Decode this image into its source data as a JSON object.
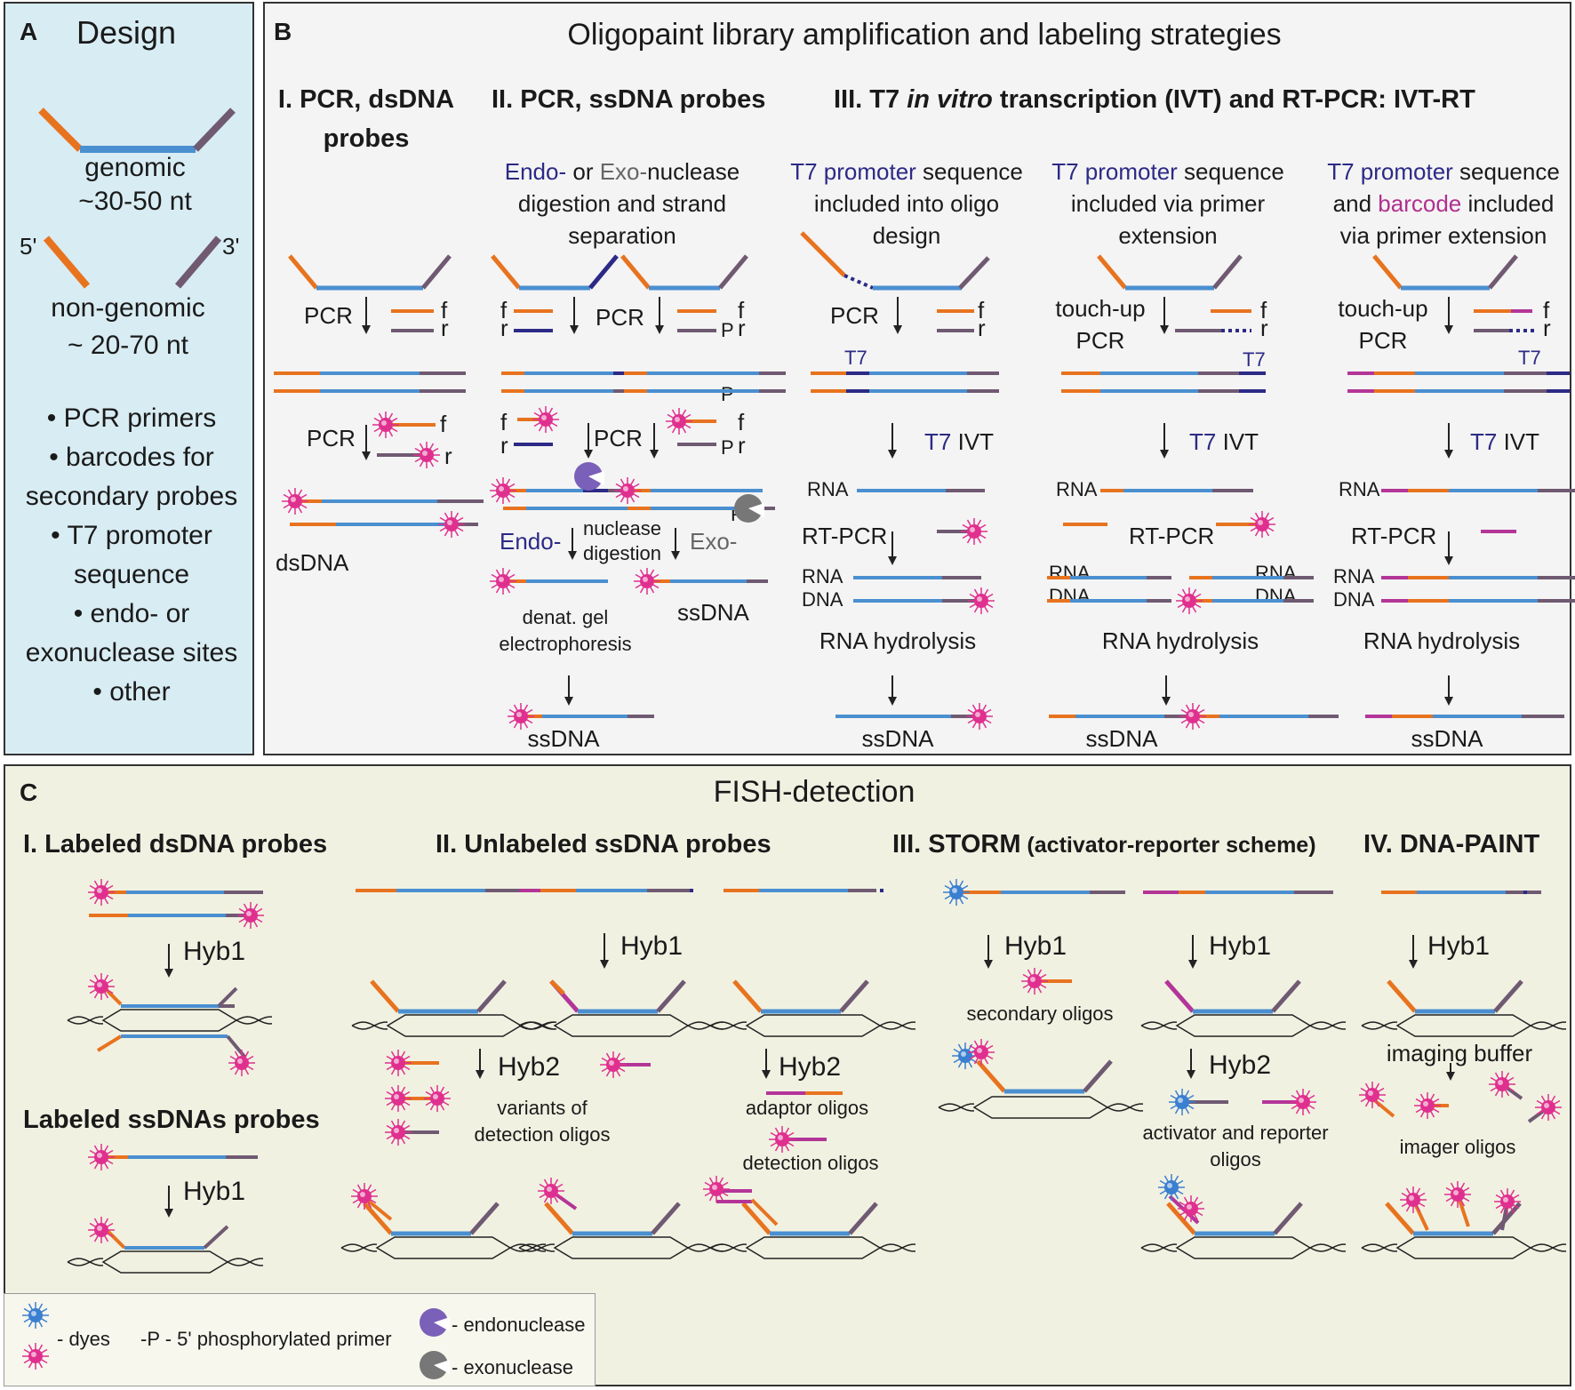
{
  "panelA": {
    "label": "A",
    "title": "Design",
    "genomic": "genomic",
    "genomic_len": "~30-50 nt",
    "five_prime": "5'",
    "three_prime": "3'",
    "nongenomic": "non-genomic",
    "nongenomic_len": "~ 20-70 nt",
    "bullets": [
      "• PCR primers",
      "• barcodes for",
      "secondary probes",
      "• T7 promoter",
      "sequence",
      "• endo- or",
      "exonuclease sites",
      "• other"
    ]
  },
  "panelB": {
    "label": "B",
    "title": "Oligopaint library amplification and labeling strategies",
    "colI_title_1": "I. PCR, dsDNA",
    "colI_title_2": "probes",
    "colII_title": "II. PCR, ssDNA probes",
    "colIII_title_pre": "III. T7 ",
    "colIII_title_it": "in vitro",
    "colIII_title_post": " transcription (IVT) and RT-PCR: IVT-RT",
    "endo": "Endo-",
    "or": " or ",
    "exo": "Exo-",
    "nuclease": "nuclease",
    "digestion_strand": "digestion and strand",
    "separation": "separation",
    "t7_promoter": "T7 promoter",
    "sequence": " sequence",
    "included_into_oligo": "included into oligo",
    "design": "design",
    "included_via_primer": "included via primer",
    "extension": "extension",
    "and": "and ",
    "barcode": "barcode",
    "included": " included",
    "via_primer_extension": "via primer extension",
    "pcr": "PCR",
    "f": "f",
    "r": "r",
    "p": "P",
    "dsdna": "dsDNA",
    "ssdna": "ssDNA",
    "endo_arrow": "Endo-",
    "exo_arrow": "Exo-",
    "nuclease_digestion_1": "nuclease",
    "nuclease_digestion_2": "digestion",
    "denat_1": "denat. gel",
    "denat_2": "electrophoresis",
    "t7": "T7",
    "t7_ivt": "T7 IVT",
    "ivt": " IVT",
    "rna": "RNA",
    "dna": "DNA",
    "rt_pcr": "RT-PCR",
    "rna_hydrolysis": "RNA hydrolysis",
    "touch_up": "touch-up"
  },
  "panelC": {
    "label": "C",
    "title": "FISH-detection",
    "colI": "I. Labeled dsDNA probes",
    "colI_b": "Labeled ssDNAs probes",
    "colII": "II. Unlabeled ssDNA probes",
    "colIII": "III. STORM",
    "colIII_small": " (activator-reporter scheme)",
    "colIV": "IV. DNA-PAINT",
    "hyb1": "Hyb1",
    "hyb2": "Hyb2",
    "variants_1": "variants of",
    "variants_2": "detection oligos",
    "adaptor": "adaptor oligos",
    "detection": "detection oligos",
    "secondary": "secondary oligos",
    "activator_1": "activator and reporter",
    "activator_2": "oligos",
    "imaging_buffer": "imaging buffer",
    "imager": "imager oligos"
  },
  "legend": {
    "dyes": "- dyes",
    "phospho": "-P - 5' phosphorylated primer",
    "endonuclease": "- endonuclease",
    "exonuclease": "- exonuclease"
  },
  "colors": {
    "orange": "#e8731f",
    "blue": "#4a8fd0",
    "grey": "#6f5a72",
    "magenta": "#b33598",
    "dye_pink": "#e0308f",
    "dye_blue": "#3a7fd0",
    "navy": "#2c2a86"
  }
}
